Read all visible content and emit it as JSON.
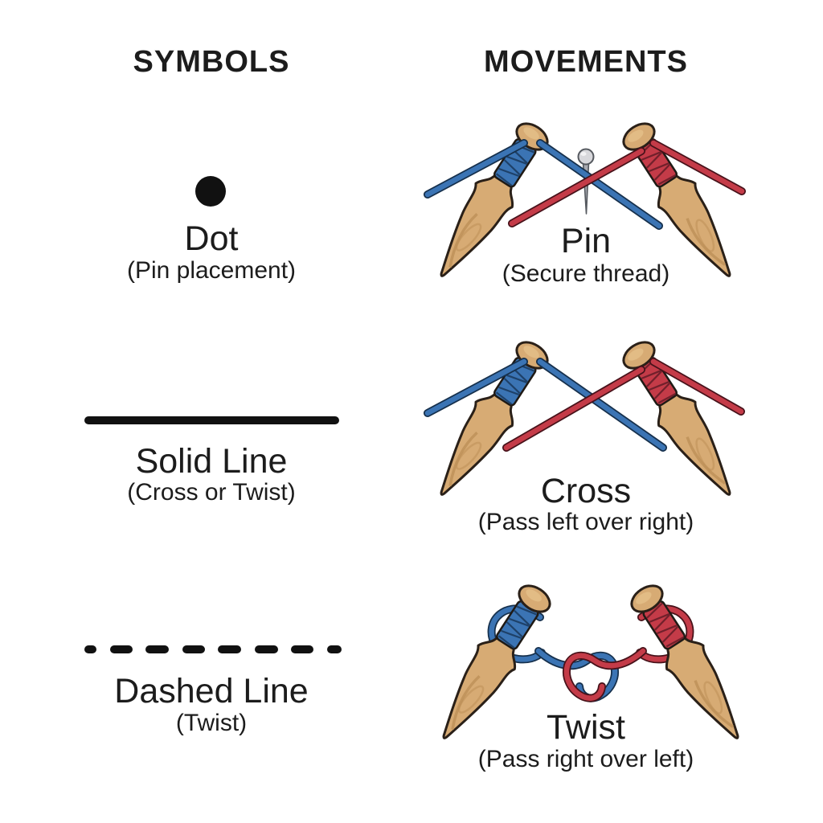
{
  "headers": {
    "symbols": "SYMBOLS",
    "movements": "MOVEMENTS"
  },
  "symbols": [
    {
      "name": "Dot",
      "caption": "(Pin placement)",
      "glyph": "dot-symbol"
    },
    {
      "name": "Solid Line",
      "caption": "(Cross or Twist)",
      "glyph": "solid-line-symbol"
    },
    {
      "name": "Dashed Line",
      "caption": "(Twist)",
      "glyph": "dashed-line-symbol"
    }
  ],
  "movements": [
    {
      "name": "Pin",
      "caption": "(Secure thread)",
      "illustration": "two-bobbins-crossed-threads-with-pin"
    },
    {
      "name": "Cross",
      "caption": "(Pass left over right)",
      "illustration": "two-bobbins-crossed-threads"
    },
    {
      "name": "Twist",
      "caption": "(Pass right over left)",
      "illustration": "two-bobbins-twisted-threads"
    }
  ],
  "colors": {
    "background": "#ffffff",
    "text": "#1c1c1c",
    "symbol_black": "#111111",
    "left_thread": "#3b74b4",
    "left_thread_dark": "#1d3f66",
    "left_thread_outline": "#16304c",
    "right_thread": "#c43b48",
    "right_thread_dark": "#6d1f2a",
    "right_thread_outline": "#47121a",
    "wood": "#d7ab74",
    "wood_highlight": "#e4be88",
    "wood_shadow": "#bd9058",
    "wood_outline": "#2a2018",
    "pin_head": "#d8d8dc",
    "pin_shaft": "#a9abb2",
    "pin_outline": "#55595f"
  }
}
